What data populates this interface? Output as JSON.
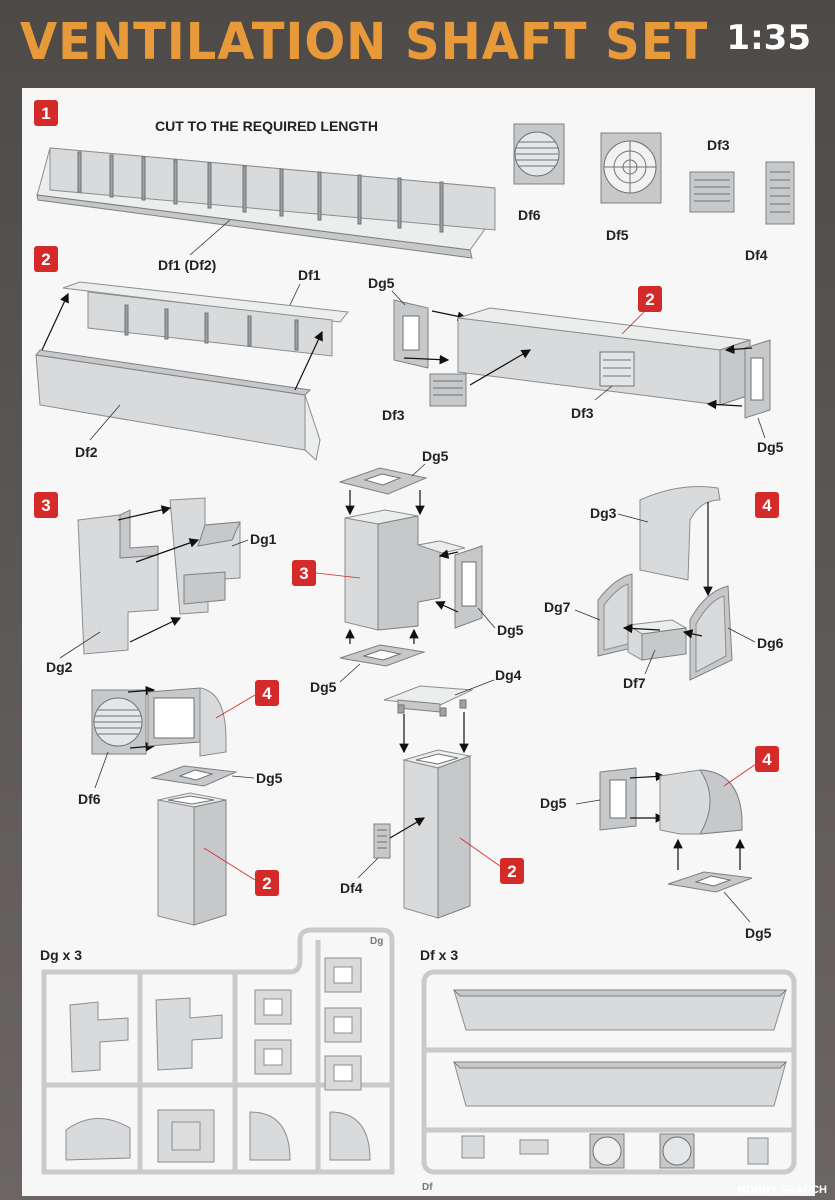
{
  "header": {
    "title": "VENTILATION SHAFT SET",
    "scale": "1:35"
  },
  "steps": {
    "s1": "1",
    "s2": "2",
    "s3": "3",
    "s4": "4"
  },
  "step1": {
    "instruction": "CUT TO THE REQUIRED LENGTH",
    "rail_label": "Df1 (Df2)",
    "parts": {
      "df6": "Df6",
      "df5": "Df5",
      "df3": "Df3",
      "df4": "Df4"
    }
  },
  "step2": {
    "df1": "Df1",
    "df2": "Df2",
    "dg5a": "Dg5",
    "dg5b": "Dg5",
    "df3a": "Df3",
    "df3b": "Df3",
    "ref": "2"
  },
  "step3": {
    "dg1": "Dg1",
    "dg2": "Dg2",
    "dg5a": "Dg5",
    "dg5b": "Dg5",
    "dg5c": "Dg5",
    "ref": "3"
  },
  "step4": {
    "dg3": "Dg3",
    "dg7": "Dg7",
    "dg6": "Dg6",
    "df7": "Df7"
  },
  "assembly_left": {
    "df6": "Df6",
    "dg5": "Dg5",
    "ref4": "4",
    "ref2": "2"
  },
  "assembly_mid": {
    "dg4": "Dg4",
    "df4": "Df4",
    "ref2": "2"
  },
  "assembly_right": {
    "dg5a": "Dg5",
    "dg5b": "Dg5",
    "ref4": "4"
  },
  "sprues": {
    "dg": "Dg x 3",
    "df": "Df x 3",
    "dg_tag": "Dg",
    "df_tag": "Df"
  },
  "watermark": "HOBBY SEARCH"
}
